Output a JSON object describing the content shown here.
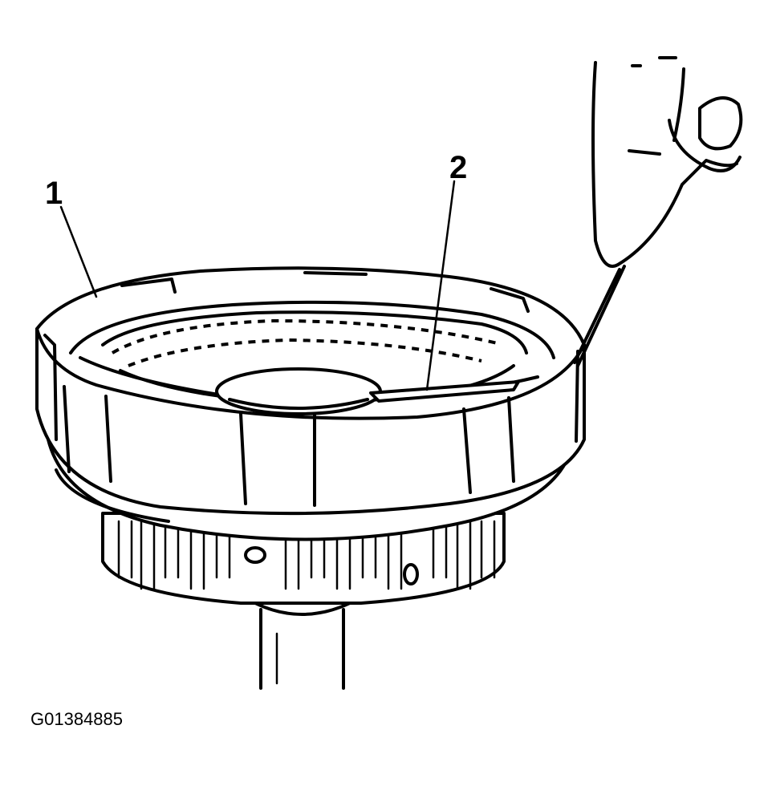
{
  "callouts": {
    "one": "1",
    "two": "2"
  },
  "figure_id": "G01384885",
  "colors": {
    "ink": "#000000",
    "paper": "#ffffff"
  }
}
